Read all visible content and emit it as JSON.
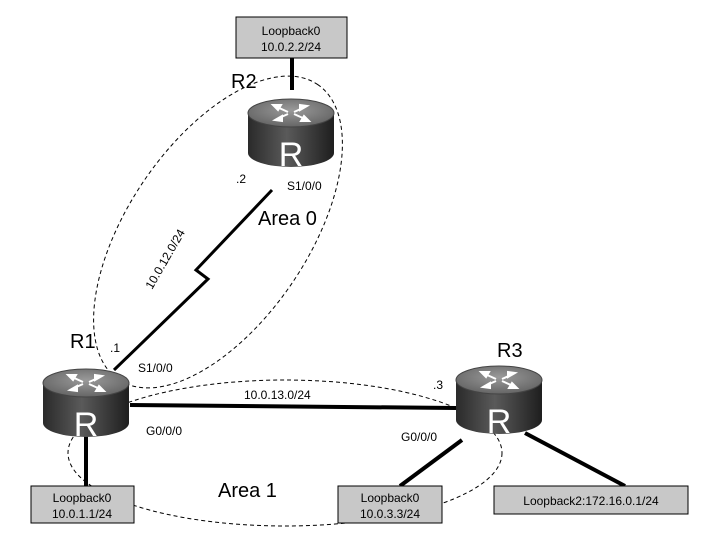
{
  "routers": {
    "r1": {
      "name": "R1",
      "symbol": "R"
    },
    "r2": {
      "name": "R2",
      "symbol": "R"
    },
    "r3": {
      "name": "R3",
      "symbol": "R"
    }
  },
  "loopbacks": {
    "r2": {
      "name": "Loopback0",
      "addr": "10.0.2.2/24"
    },
    "r1": {
      "name": "Loopback0",
      "addr": "10.0.1.1/24"
    },
    "r3a": {
      "name": "Loopback0",
      "addr": "10.0.3.3/24"
    },
    "r3b": {
      "text": "Loopback2:172.16.0.1/24"
    }
  },
  "interfaces": {
    "r2_s": "S1/0/0",
    "r2_host": ".2",
    "r1_s": "S1/0/0",
    "r1_host": ".1",
    "r1_g": "G0/0/0",
    "r3_g": "G0/0/0",
    "r3_host": ".3"
  },
  "links": {
    "serial_net": "10.0.12.0/24",
    "ethernet_net": "10.0.13.0/24"
  },
  "areas": {
    "area0": "Area 0",
    "area1": "Area 1"
  },
  "colors": {
    "router_top": "#7a7a7a",
    "router_body": "#3c3c3c",
    "loopback_fill": "#c8c8c8",
    "link": "#000000"
  }
}
